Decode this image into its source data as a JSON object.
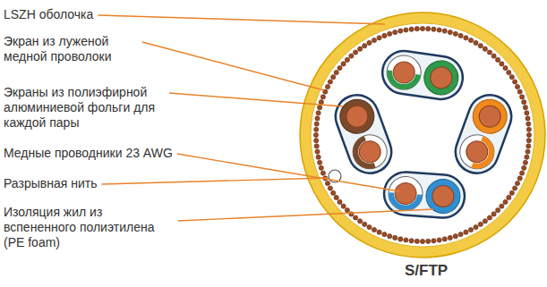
{
  "diagram": {
    "labels": [
      "LSZH оболочка",
      "Экран из луженой медной проволоки",
      "Экраны из полиэфирной алюминиевой фольги для каждой пары",
      "Медные проводники 23 AWG",
      "Разрывная нить",
      "Изоляция жил из вспененного полиэтилена (PE foam)",
      "S/FTP"
    ]
  }
}
